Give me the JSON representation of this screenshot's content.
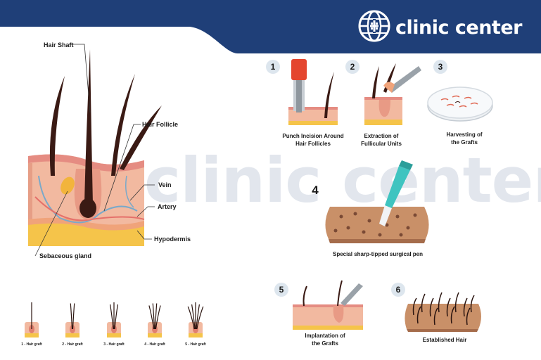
{
  "brand": {
    "name": "clinic center",
    "watermark": "clinic center"
  },
  "anatomy": {
    "labels": {
      "hair_shaft": "Hair Shaft",
      "hair_follicle": "Hair Follicle",
      "vein": "Vein",
      "artery": "Artery",
      "hypodermis": "Hypodermis",
      "sebaceous_gland": "Sebaceous gland"
    }
  },
  "steps": [
    {
      "number": "1",
      "caption_line1": "Punch Incision Around",
      "caption_line2": "Hair Follicles"
    },
    {
      "number": "2",
      "caption_line1": "Extraction of",
      "caption_line2": "Fullicular Units"
    },
    {
      "number": "3",
      "caption_line1": "Harvesting of",
      "caption_line2": "the Grafts"
    },
    {
      "number": "4",
      "caption_line1": "Special sharp-tipped surgical pen",
      "caption_line2": ""
    },
    {
      "number": "5",
      "caption_line1": "Implantation of",
      "caption_line2": "the Grafts"
    },
    {
      "number": "6",
      "caption_line1": "Established Hair",
      "caption_line2": ""
    }
  ],
  "grafts": [
    {
      "label": "1 - Hair graft",
      "hairs": 1
    },
    {
      "label": "2 - Hair graft",
      "hairs": 2
    },
    {
      "label": "3 - Hair graft",
      "hairs": 3
    },
    {
      "label": "4 - Hair graft",
      "hairs": 4
    },
    {
      "label": "5 - Hair graft",
      "hairs": 5
    }
  ],
  "colors": {
    "brand_blue": "#1f3f78",
    "skin": "#f2b9a0",
    "fat": "#f5c44a",
    "hair": "#3a1a14",
    "step_circle": "#dde6ee"
  }
}
